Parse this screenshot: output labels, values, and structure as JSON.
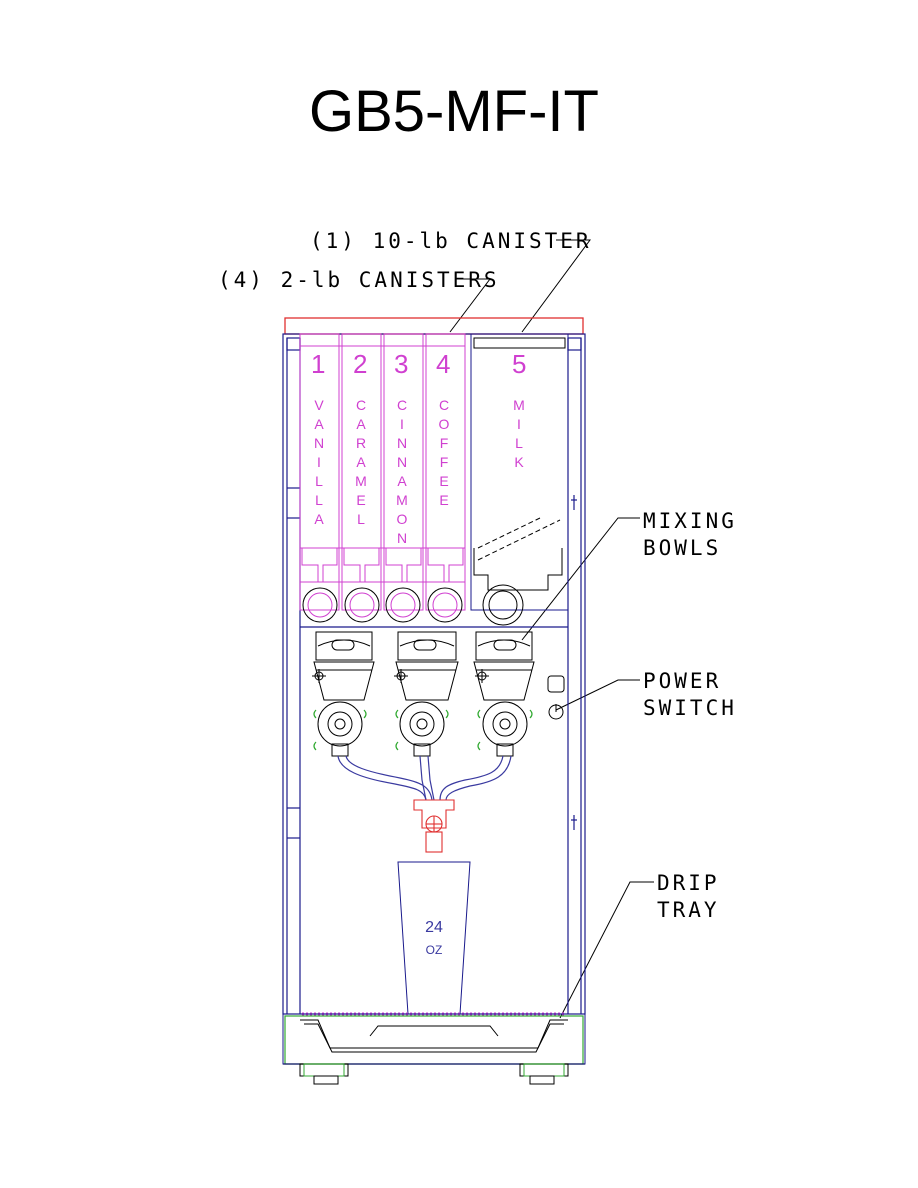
{
  "title": "GB5-MF-IT",
  "callouts": {
    "canister_10lb": "(1) 10-lb CANISTER",
    "canisters_2lb": "(4) 2-lb CANISTERS",
    "mixing_bowls": [
      "MIXING",
      "BOWLS"
    ],
    "power_switch": [
      "POWER",
      "SWITCH"
    ],
    "drip_tray": [
      "DRIP",
      "TRAY"
    ]
  },
  "canisters": [
    {
      "number": "1",
      "label": [
        "V",
        "A",
        "N",
        "I",
        "L",
        "L",
        "A"
      ]
    },
    {
      "number": "2",
      "label": [
        "C",
        "A",
        "R",
        "A",
        "M",
        "E",
        "L"
      ]
    },
    {
      "number": "3",
      "label": [
        "C",
        "I",
        "N",
        "N",
        "A",
        "M",
        "O",
        "N"
      ]
    },
    {
      "number": "4",
      "label": [
        "C",
        "O",
        "F",
        "F",
        "E",
        "E"
      ]
    },
    {
      "number": "5",
      "label": [
        "M",
        "I",
        "L",
        "K"
      ]
    }
  ],
  "cup": {
    "size": "24",
    "unit": "OZ"
  },
  "colors": {
    "outline": "#1a1a8c",
    "canister": "#d040d0",
    "lid": "#e03030",
    "tray": "#33aa33",
    "leader": "#000000"
  }
}
